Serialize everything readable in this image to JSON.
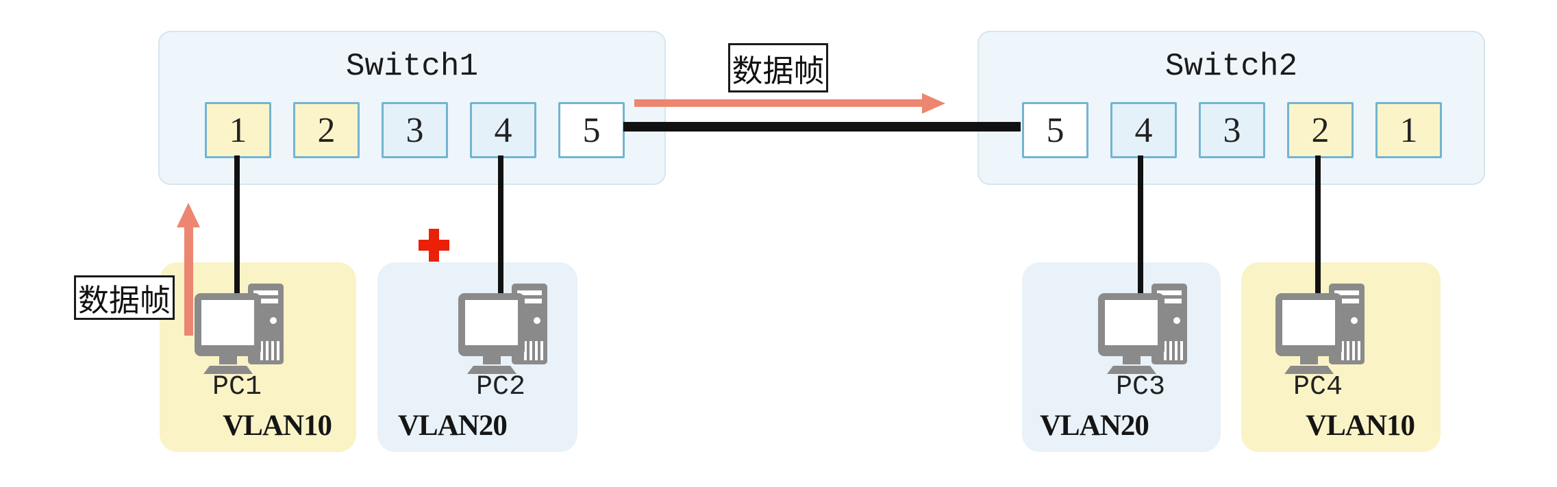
{
  "colors": {
    "switch_fill": "#eef6fb",
    "switch_border": "#d4e6ef",
    "port_border": "#72b4d2",
    "vlan10_fill": "#fbf4c9",
    "vlan20_fill": "#e4f1f9",
    "trunk_fill": "#ffffff",
    "pc_vlan10_fill": "#faf3c6",
    "pc_vlan20_fill": "#e9f2f8",
    "link": "#111111",
    "arrow": "#ec8670",
    "blocked": "#ea2008",
    "icon_gray": "#8a8a8a",
    "text": "#1e1e1e"
  },
  "switches": [
    {
      "title": "Switch1",
      "ports": [
        {
          "label": "1",
          "vlan": "VLAN10"
        },
        {
          "label": "2",
          "vlan": "VLAN10"
        },
        {
          "label": "3",
          "vlan": "VLAN20"
        },
        {
          "label": "4",
          "vlan": "VLAN20"
        },
        {
          "label": "5",
          "vlan": "trunk"
        }
      ]
    },
    {
      "title": "Switch2",
      "ports": [
        {
          "label": "5",
          "vlan": "trunk"
        },
        {
          "label": "4",
          "vlan": "VLAN20"
        },
        {
          "label": "3",
          "vlan": "VLAN20"
        },
        {
          "label": "2",
          "vlan": "VLAN10"
        },
        {
          "label": "1",
          "vlan": "VLAN10"
        }
      ]
    }
  ],
  "pcs": [
    {
      "name": "PC1",
      "vlan": "VLAN10"
    },
    {
      "name": "PC2",
      "vlan": "VLAN20"
    },
    {
      "name": "PC3",
      "vlan": "VLAN20"
    },
    {
      "name": "PC4",
      "vlan": "VLAN10"
    }
  ],
  "annotations": {
    "data_frame_top": "数据帧",
    "data_frame_left": "数据帧"
  },
  "connections": [
    {
      "from": "Switch1 port 1",
      "to": "PC1",
      "type": "access"
    },
    {
      "from": "Switch1 port 4",
      "to": "PC2",
      "type": "access"
    },
    {
      "from": "Switch2 port 4",
      "to": "PC3",
      "type": "access"
    },
    {
      "from": "Switch2 port 2",
      "to": "PC4",
      "type": "access"
    },
    {
      "from": "Switch1 port 5",
      "to": "Switch2 port 5",
      "type": "trunk"
    }
  ]
}
